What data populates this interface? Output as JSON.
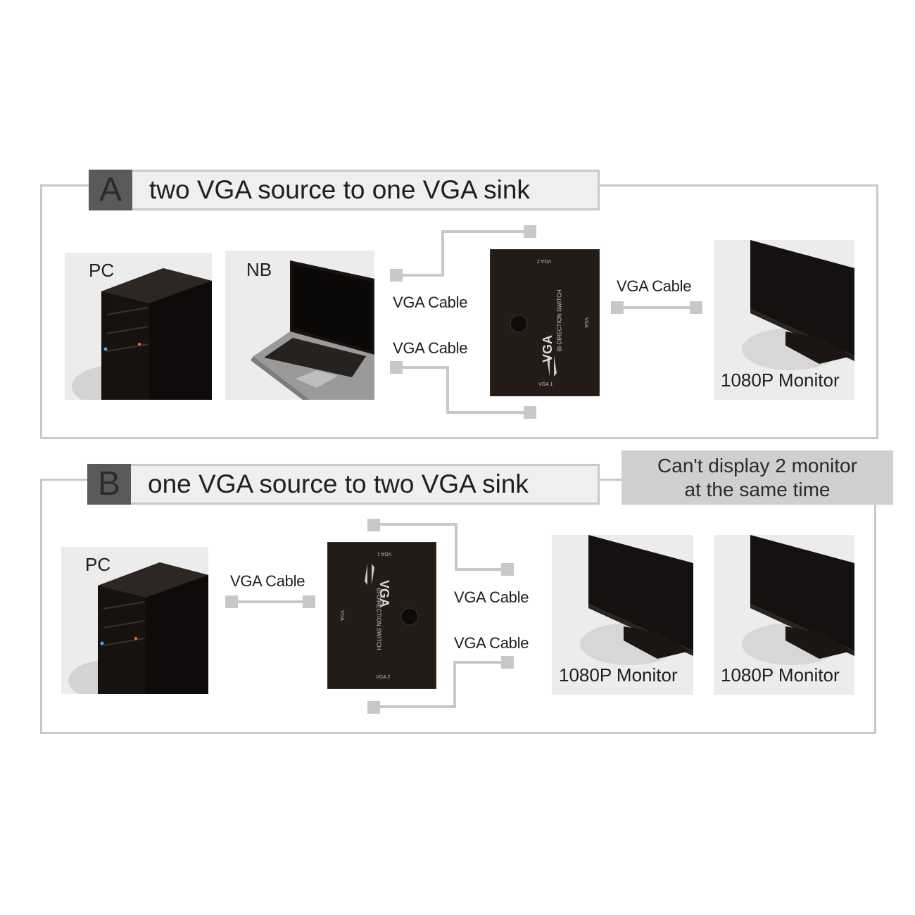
{
  "sections": [
    {
      "letter": "A",
      "title": "two VGA source to one VGA sink",
      "devices": {
        "pc_label": "PC",
        "nb_label": "NB",
        "monitor_label": "1080P Monitor"
      },
      "cable_labels": [
        "VGA Cable",
        "VGA Cable",
        "VGA Cable"
      ],
      "switch": {
        "port_top": "VGA 2",
        "port_bottom": "VGA 1",
        "port_side": "VGA",
        "brand": "VGA",
        "subtitle": "BI-DIRECTION SWITCH"
      }
    },
    {
      "letter": "B",
      "title": "one VGA source to two VGA sink",
      "note": [
        "Can't display 2 monitor",
        "at the same time"
      ],
      "devices": {
        "pc_label": "PC",
        "monitor1_label": "1080P Monitor",
        "monitor2_label": "1080P Monitor"
      },
      "cable_labels": [
        "VGA Cable",
        "VGA Cable",
        "VGA Cable"
      ],
      "switch": {
        "port_top": "VGA 1",
        "port_bottom": "VGA 2",
        "port_side": "VGA",
        "brand": "VGA",
        "subtitle": "BI-DIRECTION SWITCH"
      }
    }
  ],
  "colors": {
    "frame": "#c9c9c9",
    "letter_bg": "#5a5a5a",
    "title_bg": "#efefef",
    "note_bg": "#cfcfcf",
    "cable": "#c8c8c8",
    "device": "#1c1714"
  },
  "icons": [
    "pc-tower-icon",
    "laptop-icon",
    "monitor-icon",
    "vga-switch-icon"
  ]
}
